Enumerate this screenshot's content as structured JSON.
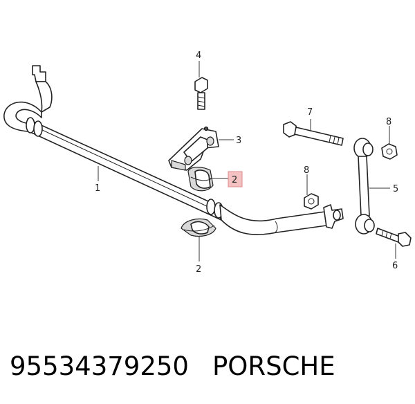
{
  "callouts": {
    "c1": "1",
    "c2a": "2",
    "c2b": "2",
    "c3": "3",
    "c4": "4",
    "c5": "5",
    "c6": "6",
    "c7": "7",
    "c8a": "8",
    "c8b": "8"
  },
  "footer": {
    "part_number": "95534379250",
    "brand": "PORSCHE"
  },
  "colors": {
    "highlight_box": "#f4c2c2",
    "highlight_border": "#e08a8a"
  }
}
